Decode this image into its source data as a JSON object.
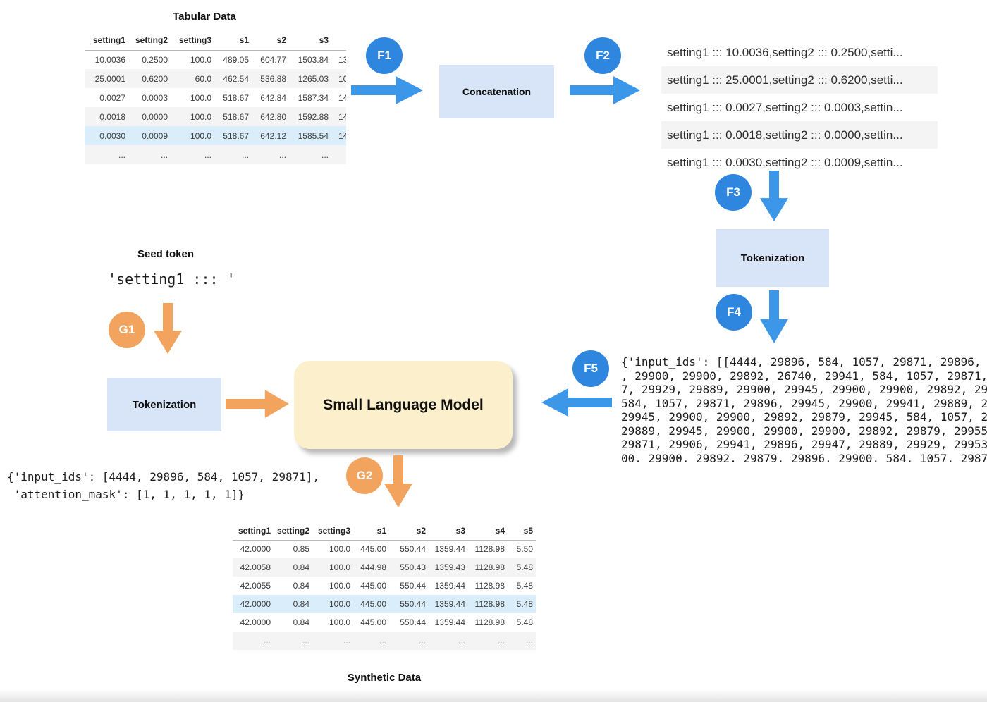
{
  "labels": {
    "tabular_title": "Tabular Data",
    "synthetic_title": "Synthetic Data",
    "seed_label": "Seed token",
    "seed_token": "'setting1 ::: '",
    "concatenation": "Concatenation",
    "tokenization_flow": "Tokenization",
    "tokenization_seed": "Tokenization",
    "slm": "Small Language Model"
  },
  "steps": {
    "f1": "F1",
    "f2": "F2",
    "f3": "F3",
    "f4": "F4",
    "f5": "F5",
    "g1": "G1",
    "g2": "G2"
  },
  "colors": {
    "step_blue": "#2e86de",
    "arrow_blue": "#3d97e9",
    "step_orange": "#f2a45f",
    "box_light_blue": "#d8e5f8",
    "box_cream": "#fcf0cc",
    "row_highlight_blue": "#d9edfa",
    "row_stripe_gray": "#f4f4f4"
  },
  "top_table": {
    "headers": [
      "setting1",
      "setting2",
      "setting3",
      "s1",
      "s2",
      "s3",
      ""
    ],
    "rows": [
      {
        "cells": [
          "10.0036",
          "0.2500",
          "100.0",
          "489.05",
          "604.77",
          "1503.84",
          "13"
        ],
        "variant": ""
      },
      {
        "cells": [
          "25.0001",
          "0.6200",
          "60.0",
          "462.54",
          "536.88",
          "1265.03",
          "10"
        ],
        "variant": "stripe"
      },
      {
        "cells": [
          "0.0027",
          "0.0003",
          "100.0",
          "518.67",
          "642.84",
          "1587.34",
          "14"
        ],
        "variant": ""
      },
      {
        "cells": [
          "0.0018",
          "0.0000",
          "100.0",
          "518.67",
          "642.80",
          "1592.88",
          "14"
        ],
        "variant": "stripe"
      },
      {
        "cells": [
          "0.0030",
          "0.0009",
          "100.0",
          "518.67",
          "642.12",
          "1585.54",
          "14"
        ],
        "variant": "highlight"
      },
      {
        "cells": [
          "...",
          "...",
          "...",
          "...",
          "...",
          "...",
          ""
        ],
        "variant": "stripe"
      }
    ]
  },
  "concat_lines": [
    {
      "text": "setting1 ::: 10.0036,setting2 ::: 0.2500,setti...",
      "variant": ""
    },
    {
      "text": "setting1 ::: 25.0001,setting2 ::: 0.6200,setti...",
      "variant": "stripe"
    },
    {
      "text": "setting1 ::: 0.0027,setting2 ::: 0.0003,settin...",
      "variant": ""
    },
    {
      "text": "setting1 ::: 0.0018,setting2 ::: 0.0000,settin...",
      "variant": "stripe"
    },
    {
      "text": "setting1 ::: 0.0030,setting2 ::: 0.0009,settin...",
      "variant": ""
    }
  ],
  "token_block_lines": [
    "{'input_ids': [[4444, 29896, 584, 1057, 29871, 29896,",
    ", 29900, 29900, 29892, 26740, 29941, 584, 1057, 29871,",
    "7, 29929, 29889, 29900, 29945, 29900, 29900, 29892, 29",
    "584, 1057, 29871, 29896, 29945, 29900, 29941, 29889, 2",
    "29945, 29900, 29900, 29892, 29879, 29945, 584, 1057, 2",
    "29889, 29945, 29900, 29900, 29900, 29892, 29879, 29955",
    "29871, 29906, 29941, 29896, 29947, 29889, 29929, 29953",
    "00, 29900, 29892, 29879, 29896, 29900, 584, 1057, 2987"
  ],
  "seed_tokenized_lines": [
    "{'input_ids': [4444, 29896, 584, 1057, 29871],",
    " 'attention_mask': [1, 1, 1, 1, 1]}"
  ],
  "bottom_table": {
    "headers": [
      "setting1",
      "setting2",
      "setting3",
      "s1",
      "s2",
      "s3",
      "s4",
      "s5"
    ],
    "rows": [
      {
        "cells": [
          "42.0000",
          "0.85",
          "100.0",
          "445.00",
          "550.44",
          "1359.44",
          "1128.98",
          "5.50"
        ],
        "variant": ""
      },
      {
        "cells": [
          "42.0058",
          "0.84",
          "100.0",
          "444.98",
          "550.43",
          "1359.43",
          "1128.98",
          "5.48"
        ],
        "variant": "stripe"
      },
      {
        "cells": [
          "42.0055",
          "0.84",
          "100.0",
          "445.00",
          "550.44",
          "1359.44",
          "1128.98",
          "5.48"
        ],
        "variant": ""
      },
      {
        "cells": [
          "42.0000",
          "0.84",
          "100.0",
          "445.00",
          "550.44",
          "1359.44",
          "1128.98",
          "5.48"
        ],
        "variant": "highlight"
      },
      {
        "cells": [
          "42.0000",
          "0.84",
          "100.0",
          "445.00",
          "550.44",
          "1359.44",
          "1128.98",
          "5.48"
        ],
        "variant": ""
      },
      {
        "cells": [
          "...",
          "...",
          "...",
          "...",
          "...",
          "...",
          "...",
          "..."
        ],
        "variant": "stripe"
      }
    ]
  }
}
